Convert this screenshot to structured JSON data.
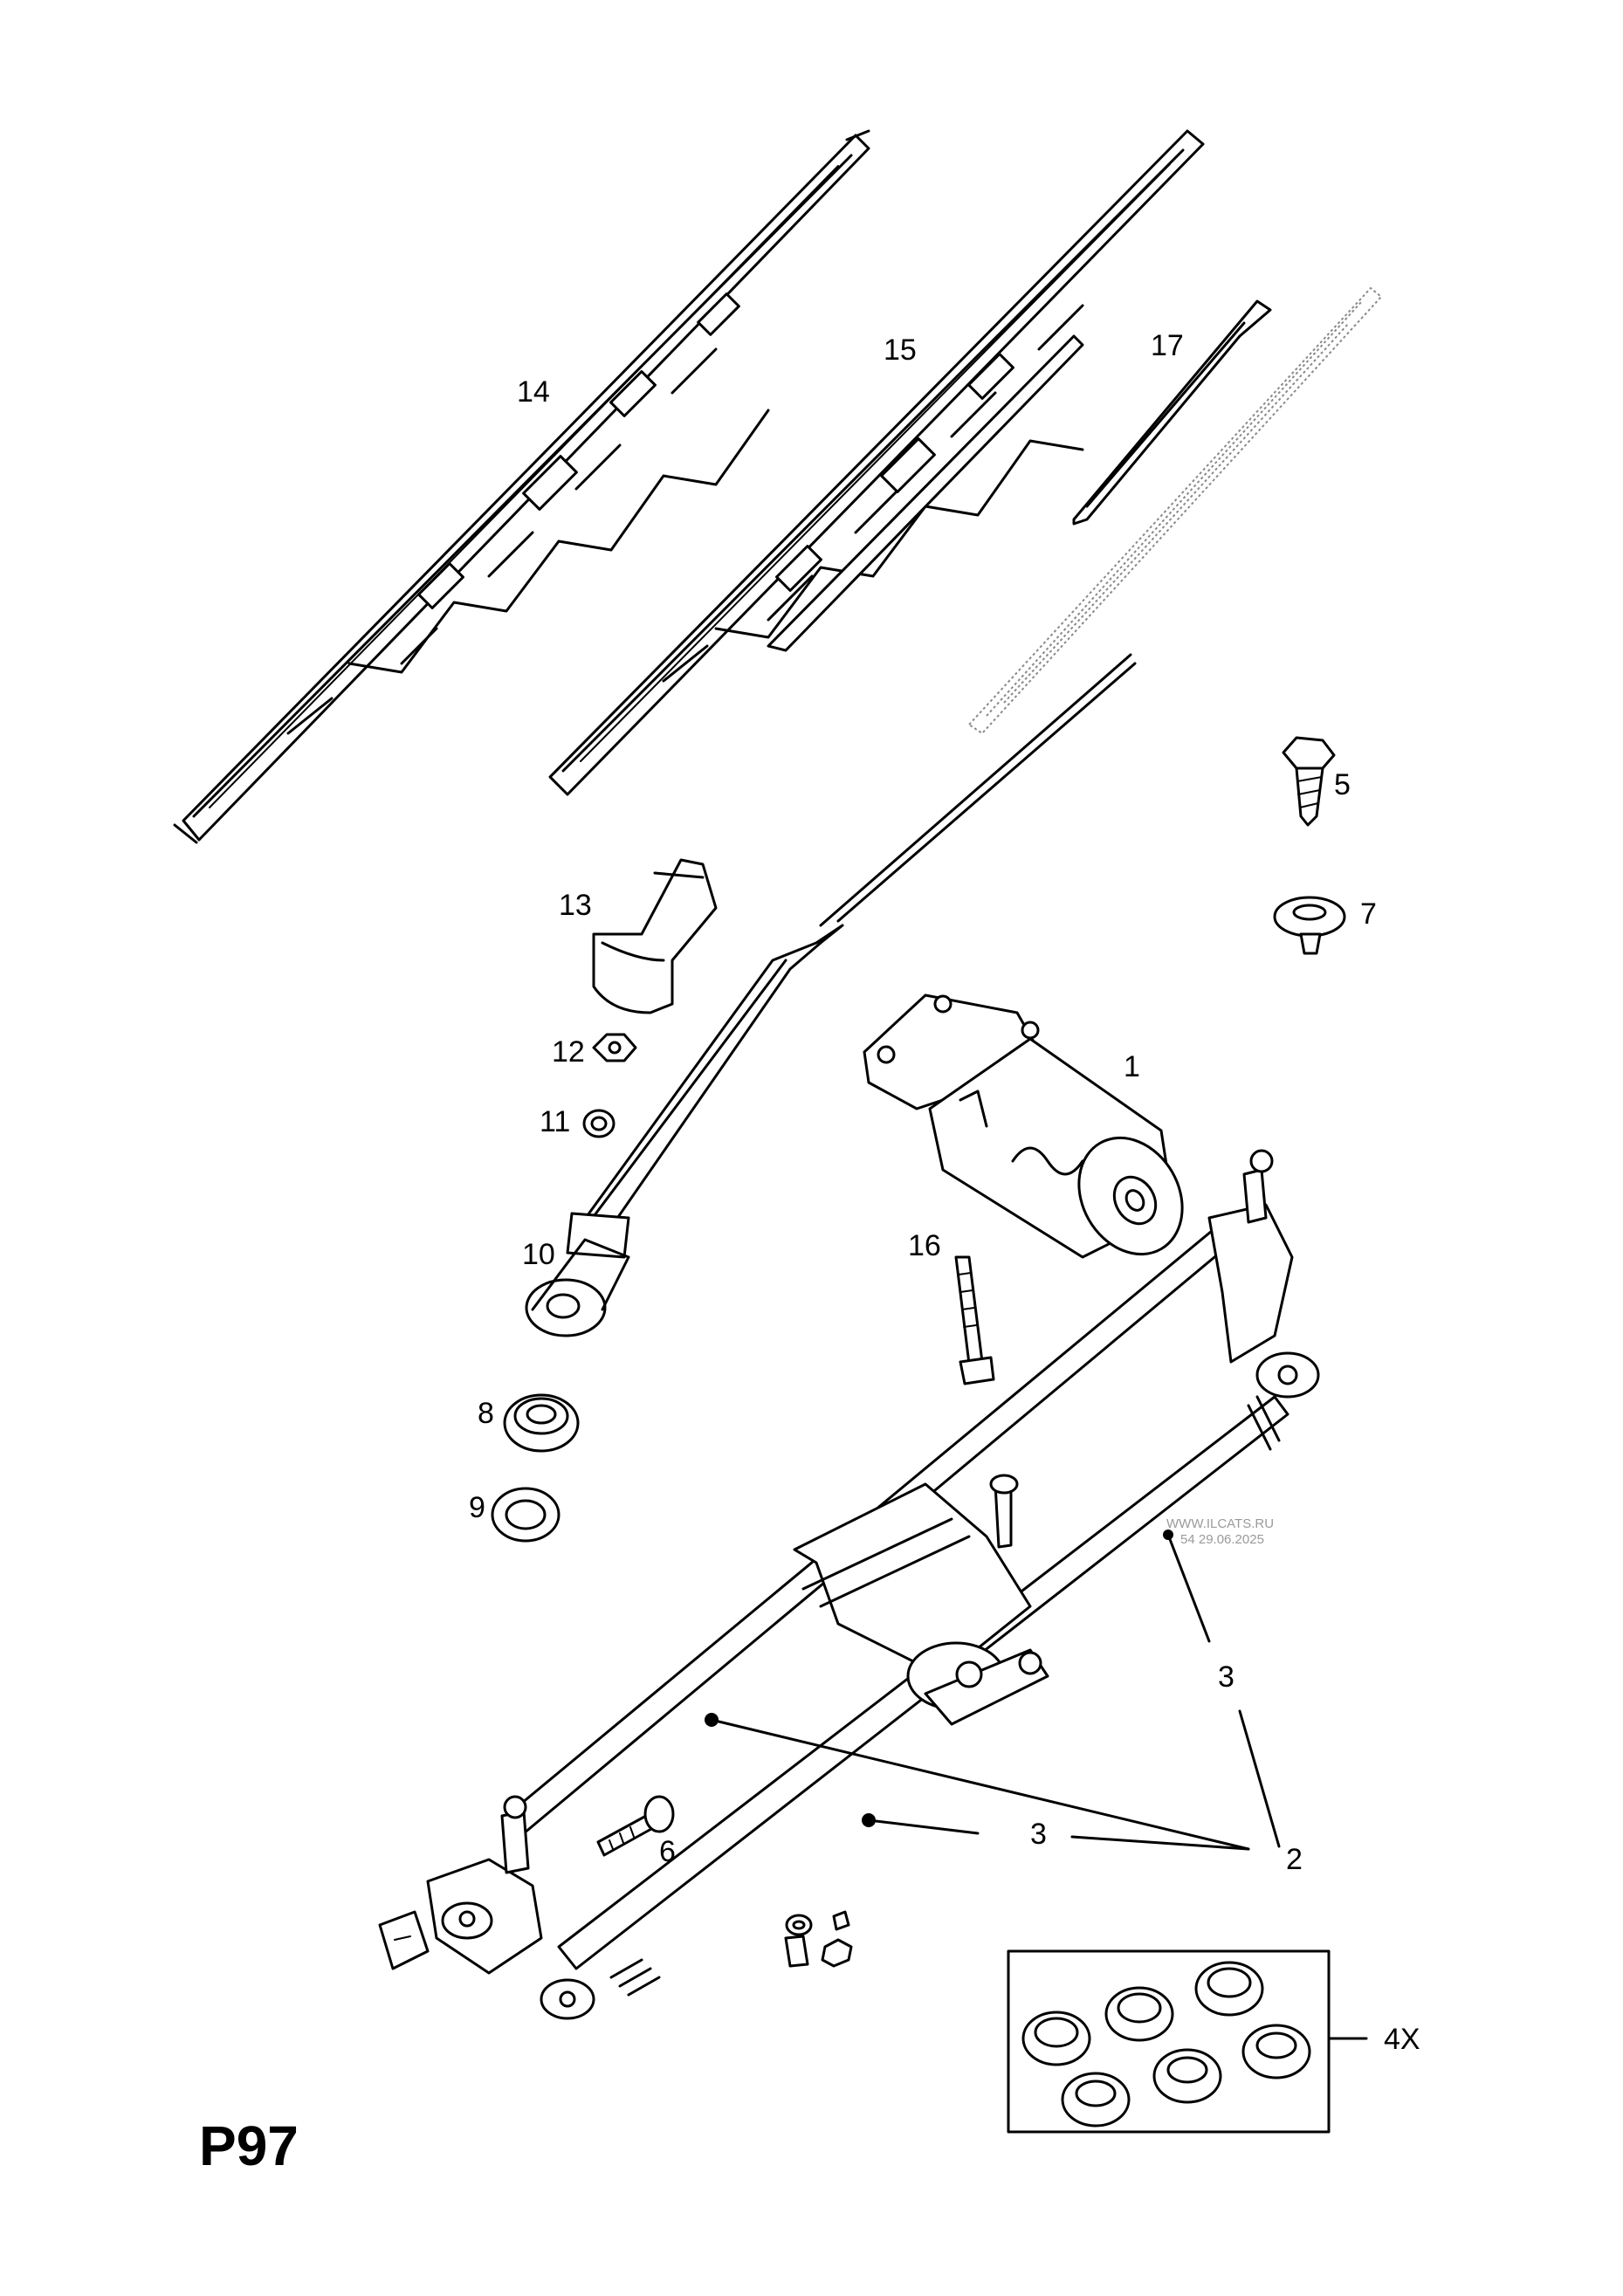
{
  "page_id": "P97",
  "watermark": {
    "line1": "WWW.ILCATS.RU",
    "line2": "54 29.06.2025"
  },
  "callouts": {
    "p1": "1",
    "p2": "2",
    "p3a": "3",
    "p3b": "3",
    "p5": "5",
    "p6": "6",
    "p7": "7",
    "p8": "8",
    "p9": "9",
    "p10": "10",
    "p11": "11",
    "p12": "12",
    "p13": "13",
    "p14": "14",
    "p15": "15",
    "p16": "16",
    "p17": "17",
    "qty_4x": "4X"
  }
}
